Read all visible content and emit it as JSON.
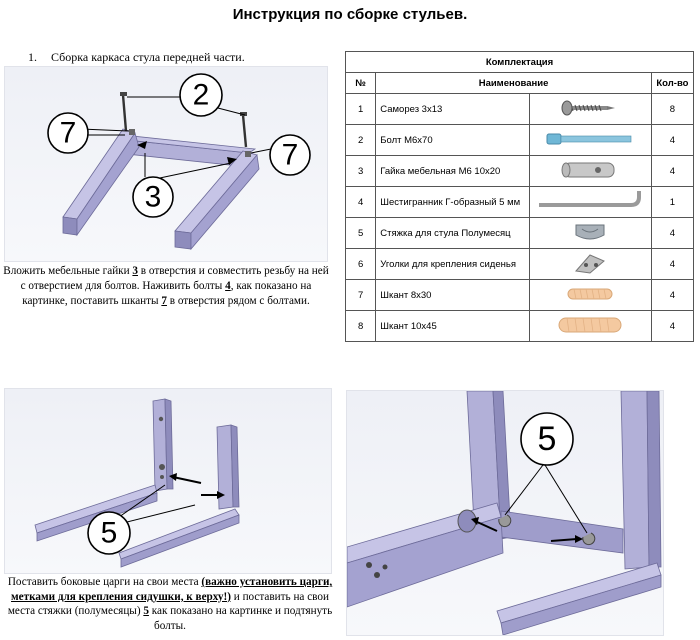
{
  "title": "Инструкция по сборке стульев.",
  "step1": {
    "number": "1.",
    "heading": "Сборка каркаса стула передней части.",
    "callouts": [
      "2",
      "7",
      "7",
      "3"
    ],
    "caption_parts": [
      "Вложить мебельные гайки ",
      "3",
      " в отверстия и совместить резьбу на ней с отверстием для болтов. Наживить болты ",
      "4",
      ", как показано на картинке, поставить шканты ",
      "7",
      " в отверстия рядом с болтами."
    ]
  },
  "kit": {
    "heading": "Комплектация",
    "columns": [
      "№",
      "Наименование",
      "Кол-во"
    ],
    "rows": [
      {
        "n": "1",
        "name": "Саморез 3х13",
        "qty": "8",
        "icon": "screw-icon"
      },
      {
        "n": "2",
        "name": "Болт  М6х70",
        "qty": "4",
        "icon": "bolt-icon"
      },
      {
        "n": "3",
        "name": "Гайка мебельная М6 10х20",
        "qty": "4",
        "icon": "barrel-nut-icon"
      },
      {
        "n": "4",
        "name": "Шестигранник Г-образный 5 мм",
        "qty": "1",
        "icon": "hex-key-icon"
      },
      {
        "n": "5",
        "name": "Стяжка для стула Полумесяц",
        "qty": "4",
        "icon": "half-moon-bracket-icon"
      },
      {
        "n": "6",
        "name": "Уголки для крепления сиденья",
        "qty": "4",
        "icon": "corner-bracket-icon"
      },
      {
        "n": "7",
        "name": "Шкант 8х30",
        "qty": "4",
        "icon": "dowel-small-icon"
      },
      {
        "n": "8",
        "name": "Шкант 10х45",
        "qty": "4",
        "icon": "dowel-large-icon"
      }
    ]
  },
  "step2": {
    "callouts": [
      "5",
      "5"
    ],
    "caption_parts": [
      "Поставить боковые царги на свои места ",
      "(важно установить царги, метками для крепления сидушки, к верху!)",
      " и поставить на свои места стяжки (полумесяцы) ",
      "5",
      " как показано на картинке и подтянуть болты."
    ]
  },
  "colors": {
    "wood": "#b2b0d8",
    "wood_dark": "#8e8cbc",
    "wood_side": "#9f9dcb",
    "dowel": "#f4c9a0"
  }
}
